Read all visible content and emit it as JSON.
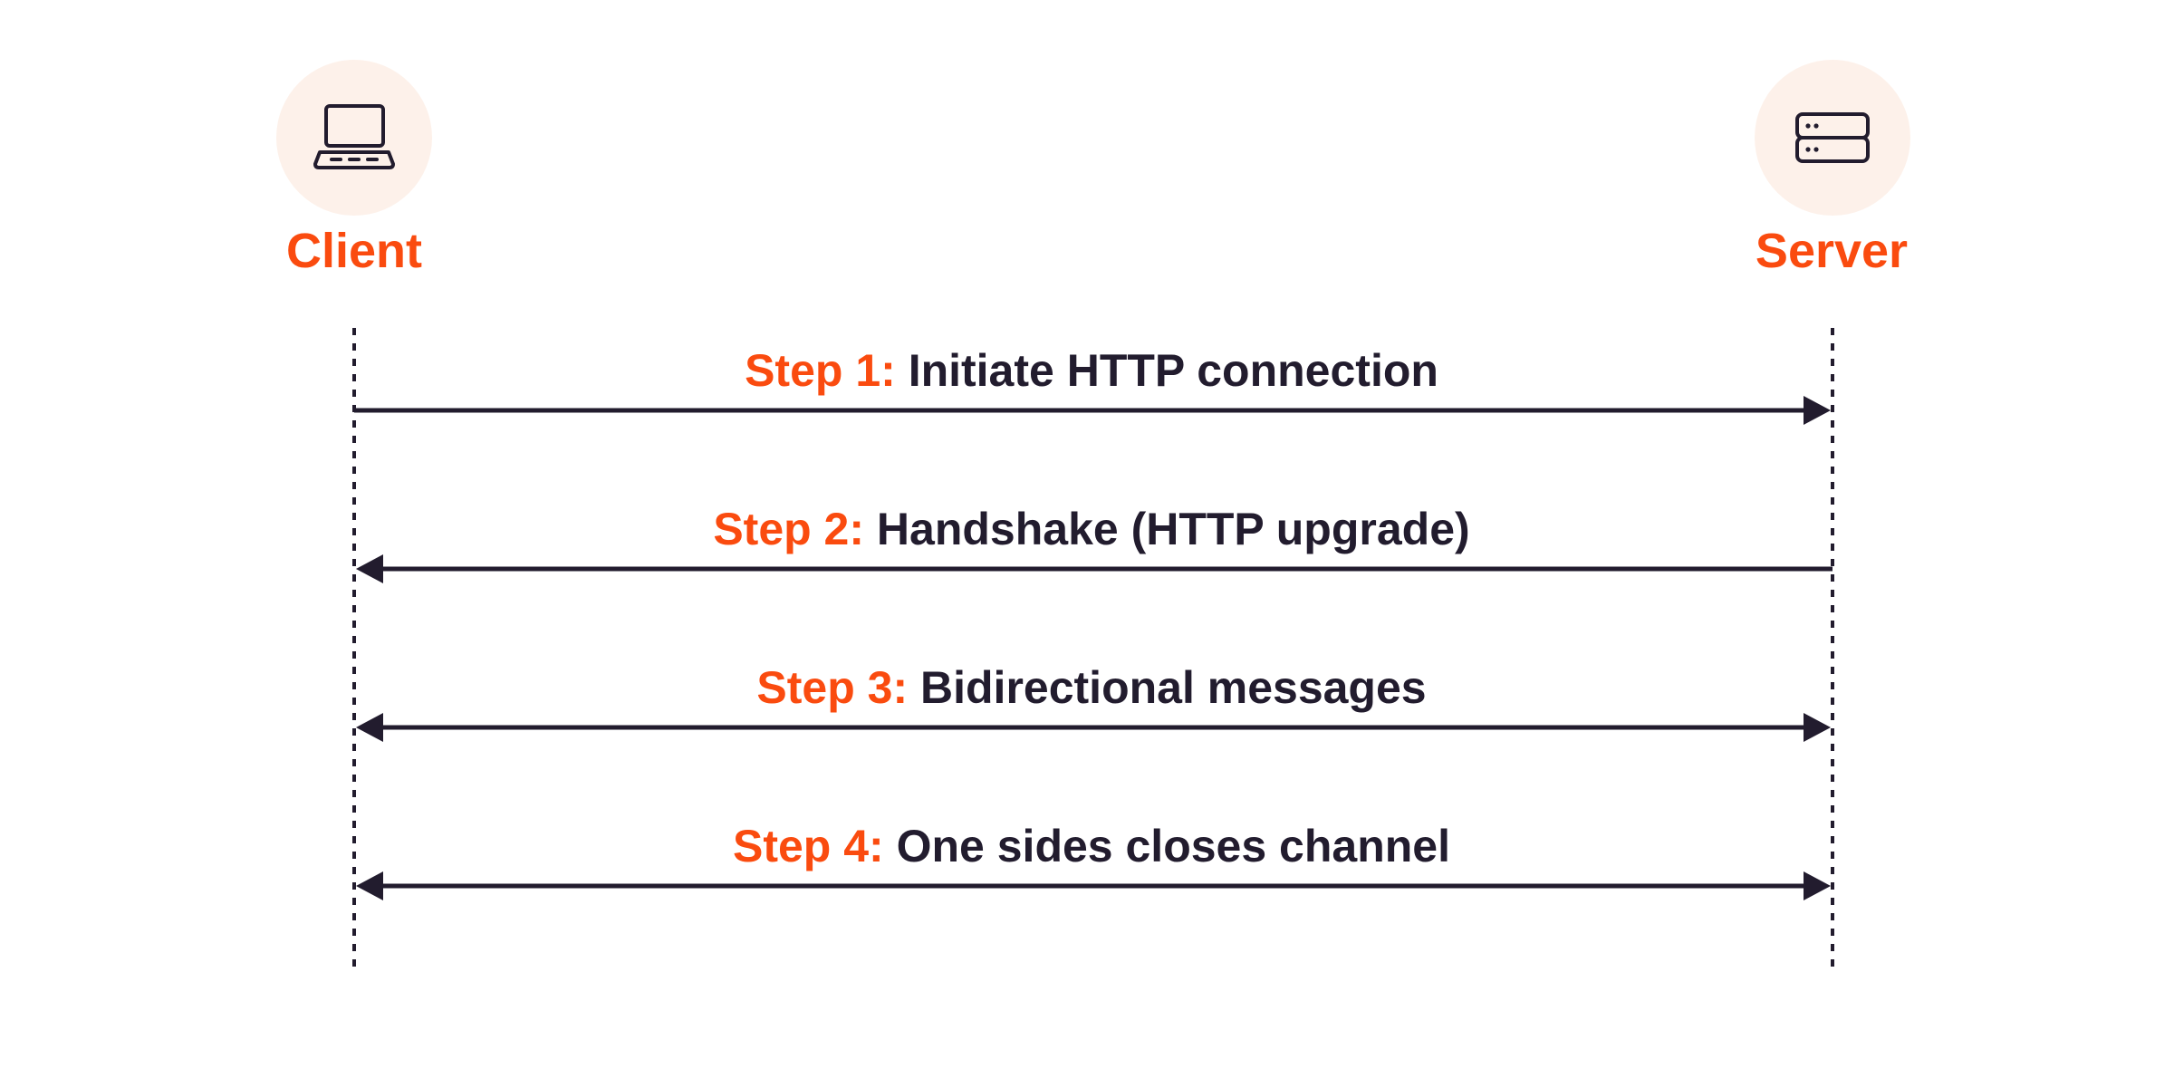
{
  "actors": {
    "client": {
      "label": "Client",
      "icon": "laptop-icon"
    },
    "server": {
      "label": "Server",
      "icon": "server-icon"
    }
  },
  "steps": [
    {
      "number": "Step 1:",
      "text": "Initiate HTTP connection",
      "direction": "client-to-server"
    },
    {
      "number": "Step 2:",
      "text": "Handshake (HTTP upgrade)",
      "direction": "server-to-client"
    },
    {
      "number": "Step 3:",
      "text": "Bidirectional messages",
      "direction": "both"
    },
    {
      "number": "Step 4:",
      "text": "One sides closes channel",
      "direction": "both"
    }
  ],
  "colors": {
    "accent": "#fa4b0f",
    "text": "#221c2e",
    "icon_bg": "#fdf1ea",
    "line": "#221c2e"
  }
}
